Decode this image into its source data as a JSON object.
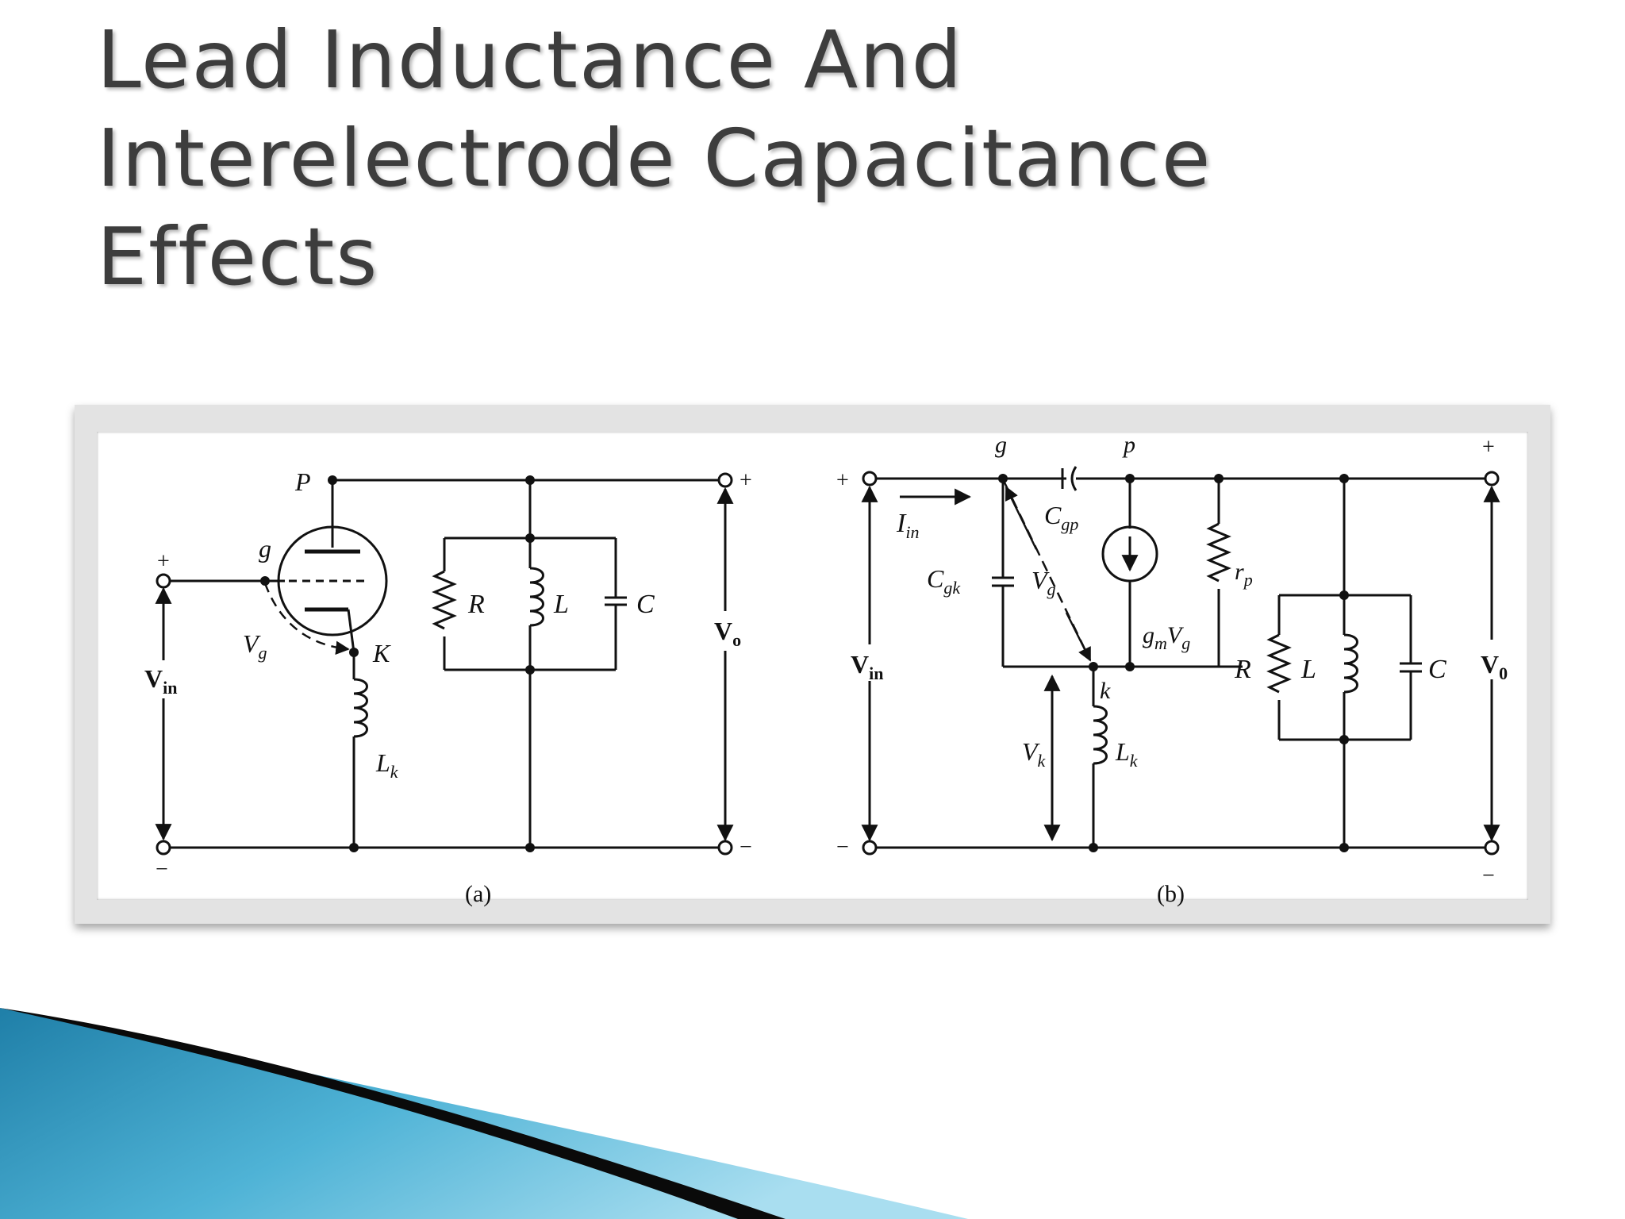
{
  "slide": {
    "title_lines": [
      "Lead Inductance And",
      "Interelectrode Capacitance",
      "Effects"
    ]
  },
  "diagram_a": {
    "caption": "(a)",
    "plate_label": "P",
    "grid_label": "g",
    "cathode_label": "K",
    "vg_main": "V",
    "vg_sub": "g",
    "lk_main": "L",
    "lk_sub": "k",
    "vin_main": "V",
    "vin_sub": "in",
    "vo_main": "V",
    "vo_sub": "o",
    "r_label": "R",
    "l_label": "L",
    "c_label": "C",
    "plus": "+",
    "minus": "−"
  },
  "diagram_b": {
    "caption": "(b)",
    "grid_label": "g",
    "plate_label": "p",
    "cathode_label": "k",
    "iin_main": "I",
    "iin_sub": "in",
    "cgp_main": "C",
    "cgp_sub": "gp",
    "cgk_main": "C",
    "cgk_sub": "gk",
    "vg_main": "V",
    "vg_sub": "g",
    "rp_main": "r",
    "rp_sub": "p",
    "gm_main": "g",
    "gm_sub": "m",
    "gm_v": "V",
    "gm_vsub": "g",
    "vk_main": "V",
    "vk_sub": "k",
    "lk_main": "L",
    "lk_sub": "k",
    "vin_main": "V",
    "vin_sub": "in",
    "vo_main": "V",
    "vo_sub": "0",
    "r_label": "R",
    "l_label": "L",
    "c_label": "C",
    "plus": "+",
    "minus": "−"
  },
  "colors": {
    "title": "#3d3d3d",
    "frame": "#e3e3e3",
    "deco_dark": "#0a0a0a",
    "deco_blue": "#2a8fb8",
    "deco_light": "#7ec8e3"
  }
}
